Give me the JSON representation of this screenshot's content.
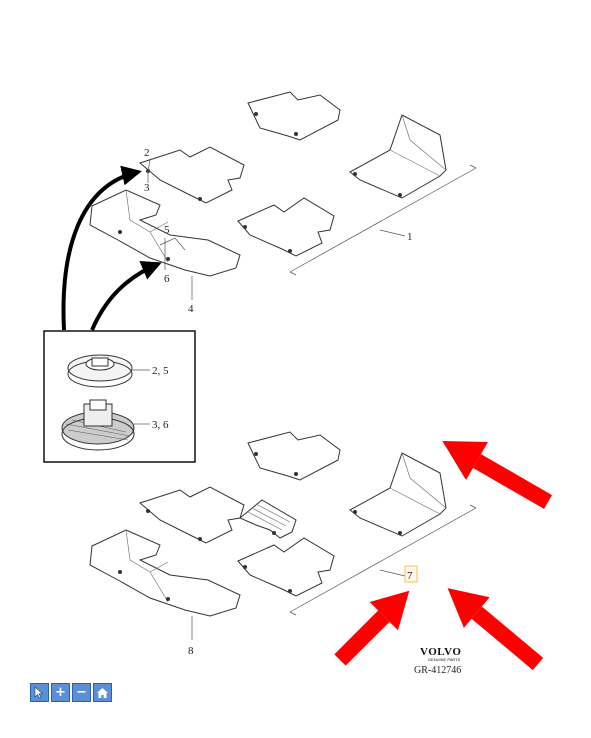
{
  "callouts": {
    "c1": "1",
    "c2": "2",
    "c3": "3",
    "c4": "4",
    "c5": "5",
    "c6": "6",
    "c7": "7",
    "c8": "8",
    "detail_top": "2, 5",
    "detail_bottom": "3, 6"
  },
  "brand": {
    "name": "VOLVO",
    "tagline": "GENUINE PARTS",
    "code": "GR-412746"
  },
  "toolbar": {
    "buttons": [
      {
        "icon": "pointer-icon"
      },
      {
        "icon": "zoom-in-icon",
        "glyph": "+"
      },
      {
        "icon": "zoom-out-icon",
        "glyph": "−"
      },
      {
        "icon": "home-icon"
      }
    ]
  },
  "colors": {
    "arrow": "#ff0000",
    "highlight_box": "#f0c060",
    "toolbar": "#5b8fd6"
  }
}
